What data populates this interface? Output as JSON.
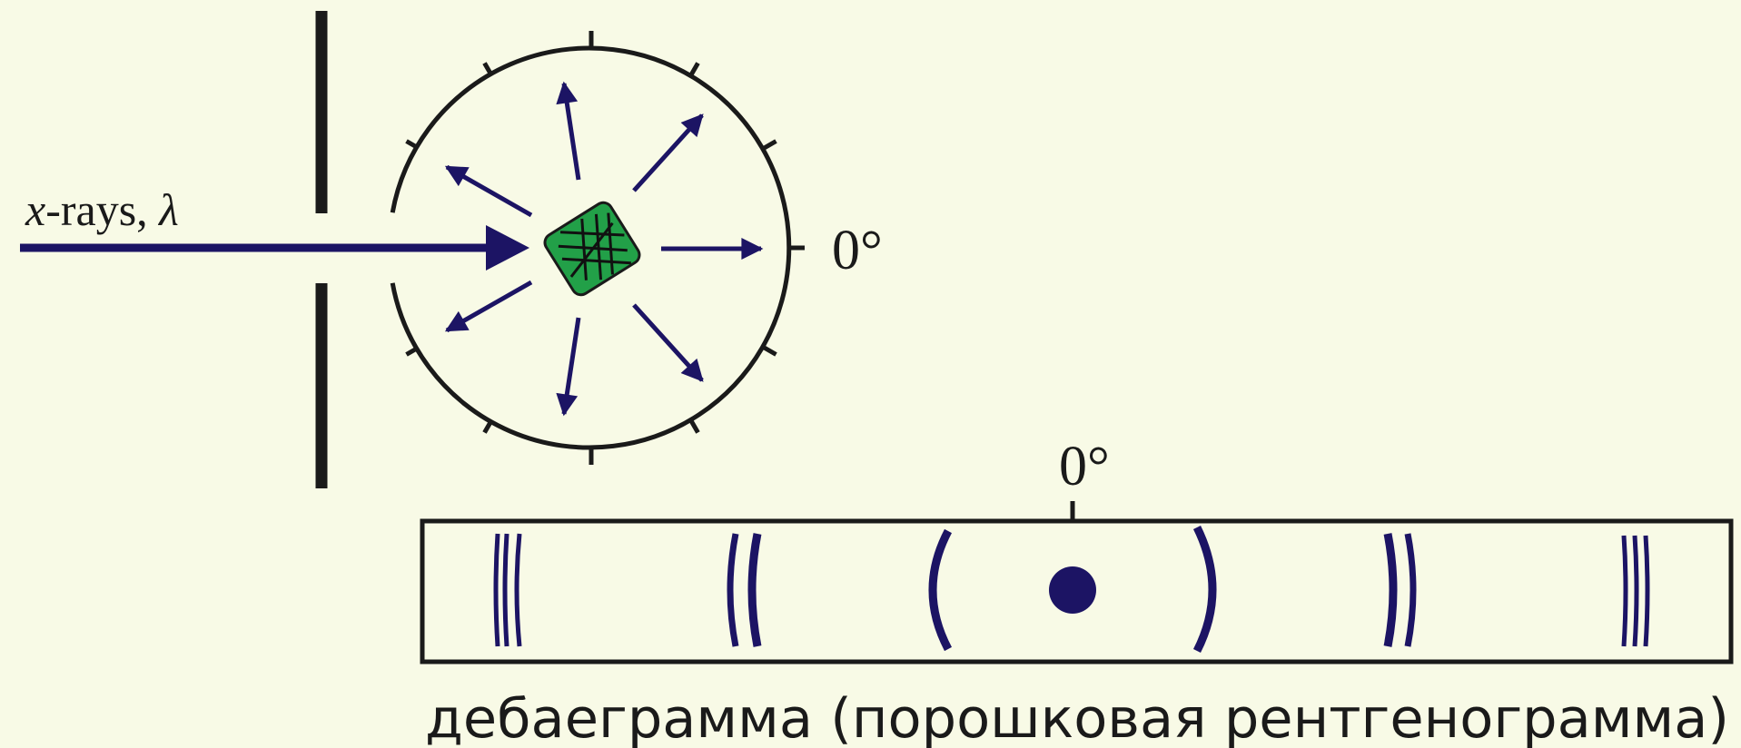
{
  "colors": {
    "background": "#f8fae6",
    "beam": "#1c1464",
    "outline": "#1a1a1a",
    "sample": "#22a048"
  },
  "source": {
    "label_main": "x",
    "label_rest": "-rays, ",
    "label_lambda": "λ"
  },
  "camera": {
    "zero_label": "0°"
  },
  "film": {
    "zero_label": "0°"
  },
  "caption": "дебаеграмма (порошковая рентгенограмма)"
}
